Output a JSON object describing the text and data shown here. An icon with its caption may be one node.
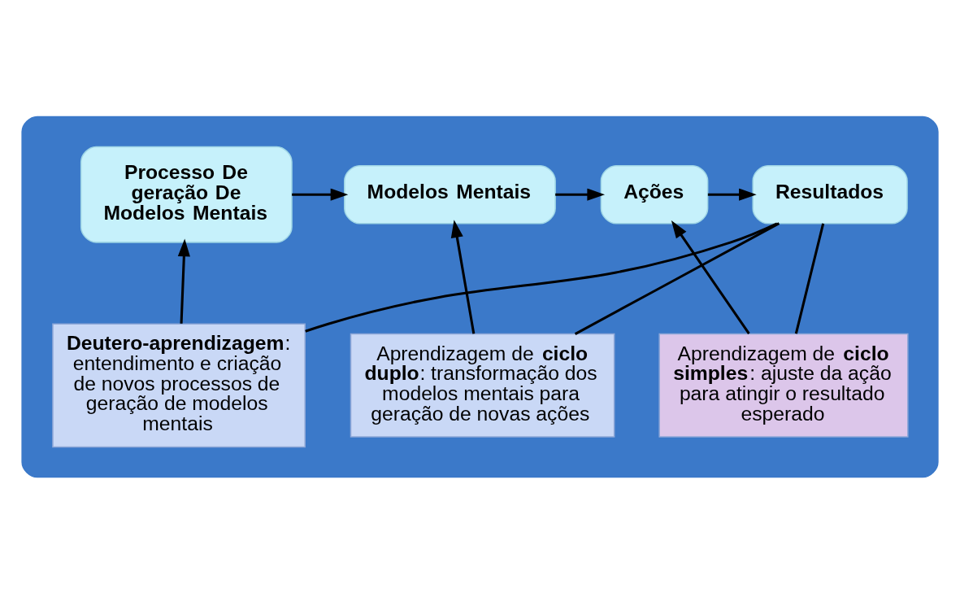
{
  "diagram": {
    "nodes": [
      {
        "text": [],
        "shape": "box"
      },
      {
        "text": [
          "Processo De geração De Modelos Mentais"
        ],
        "in": 0
      },
      {
        "text": [
          "Modelos Mentais"
        ],
        "in": 0
      },
      {
        "text": [
          "Ações"
        ],
        "in": 0
      },
      {
        "text": [
          "Resultados"
        ],
        "in": 0
      },
      {
        "text": [
          "**Deutero-aprendizagem**: entendimento e criação de novos processos de geração de modelos mentais"
        ],
        "in": 0
      },
      {
        "text": [
          "Aprendizagem de **ciclo duplo**: transformação dos modelos mentais para geração de novas ações"
        ],
        "in": 0
      },
      {
        "text": [
          "Aprendizagem de **ciclo simples**: ajuste da ação para atingir o resultado esperado"
        ],
        "in": 0
      }
    ],
    "edges": [
      {
        "from": 1,
        "to": 2,
        "arrow": "to"
      },
      {
        "from": 2,
        "to": 3,
        "arrow": "to"
      },
      {
        "from": 3,
        "to": 4,
        "arrow": "to"
      },
      {
        "from": 5,
        "to": 1,
        "arrow": "to"
      },
      {
        "from": 6,
        "to": 2,
        "arrow": "to"
      },
      {
        "from": 7,
        "to": 3,
        "arrow": "to"
      },
      {
        "from": 4,
        "to": 7,
        "arrow": "none"
      },
      {
        "from": 4,
        "to": 6,
        "arrow": "none"
      },
      {
        "from": 4,
        "to": 5,
        "arrow": "none"
      }
    ]
  }
}
